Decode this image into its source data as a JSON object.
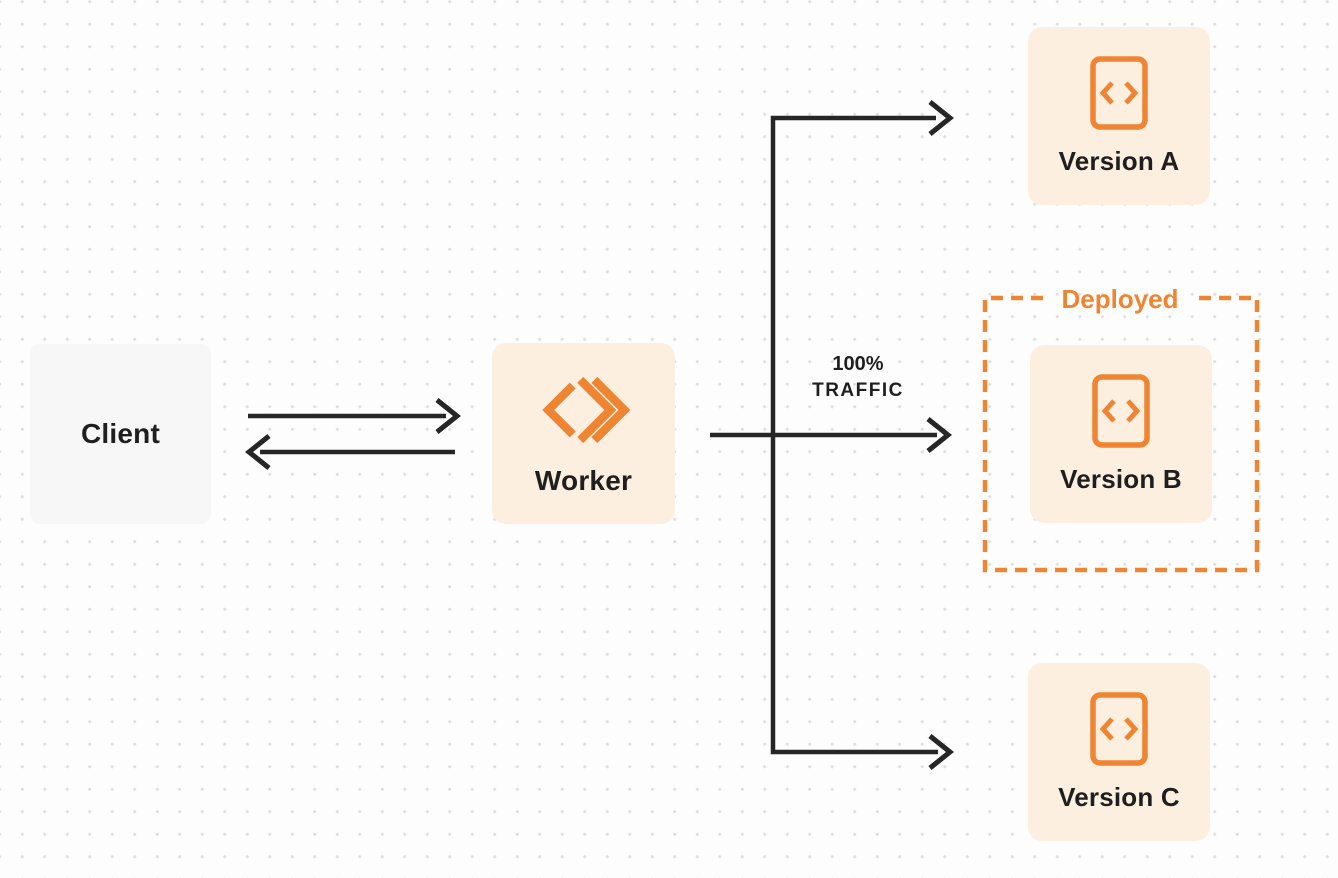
{
  "diagram": {
    "title_hint": "worker-traffic-routing-diagram",
    "nodes": {
      "client": {
        "label": "Client"
      },
      "worker": {
        "label": "Worker"
      },
      "version_a": {
        "label": "Version A"
      },
      "version_b": {
        "label": "Version B"
      },
      "version_c": {
        "label": "Version C"
      }
    },
    "labels": {
      "deployed": "Deployed",
      "traffic_percent": "100%",
      "traffic_word": "TRAFFIC"
    },
    "icons": {
      "worker": "workers-logo-icon",
      "versions": "code-file-icon"
    },
    "colors": {
      "accent_orange": "#EF8532",
      "node_cream": "#FCEFDF",
      "client_gray": "#F7F7F8",
      "line_dark": "#262626",
      "text_dark": "#1F1F1F",
      "page_bg": "#FDFDFD",
      "grid_dot": "#E0E0E0"
    }
  }
}
